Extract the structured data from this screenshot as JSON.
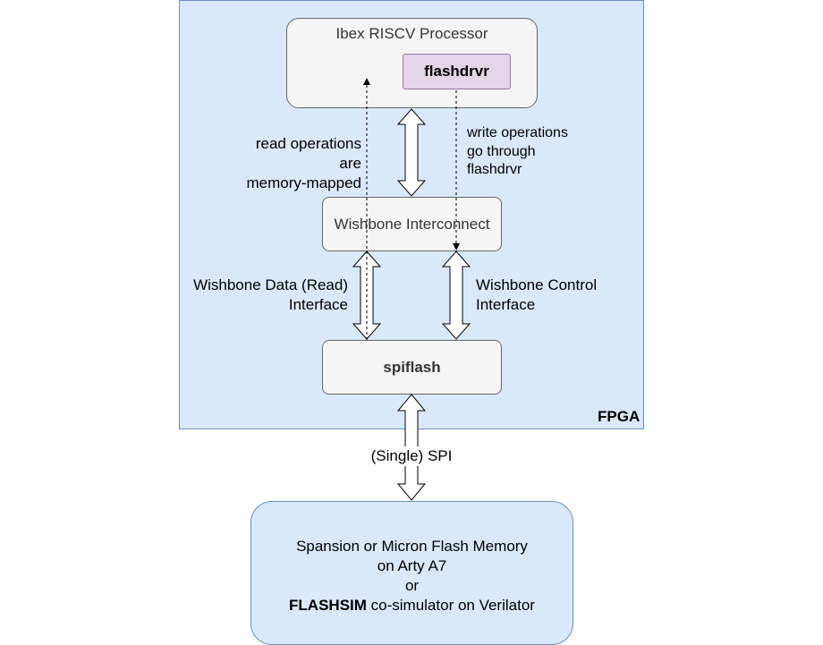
{
  "fpga": {
    "label": "FPGA"
  },
  "processor": {
    "title": "Ibex RISCV Processor",
    "driver": "flashdrvr"
  },
  "interconnect": {
    "label": "Wishbone Interconnect"
  },
  "spiflash": {
    "label": "spiflash"
  },
  "annotations": {
    "read_ops": [
      "read operations",
      "are",
      "memory-mapped"
    ],
    "write_ops": [
      "write operations",
      "go through",
      "flashdrvr"
    ],
    "wb_data": [
      "Wishbone Data (Read)",
      "Interface"
    ],
    "wb_control": [
      "Wishbone Control",
      "Interface"
    ],
    "spi": "(Single) SPI"
  },
  "flash_memory": {
    "line1": "Spansion or Micron Flash Memory",
    "line2": "on Arty A7",
    "line3": "or",
    "line4_bold": "FLASHSIM",
    "line4_rest": " co-simulator on Verilator"
  },
  "colors": {
    "fpga_fill": "#dae8fc",
    "fpga_stroke": "#6c8ebf",
    "box_fill": "#f5f5f5",
    "box_stroke": "#666666",
    "driver_fill": "#e1d5e7",
    "driver_stroke": "#9673a6"
  }
}
